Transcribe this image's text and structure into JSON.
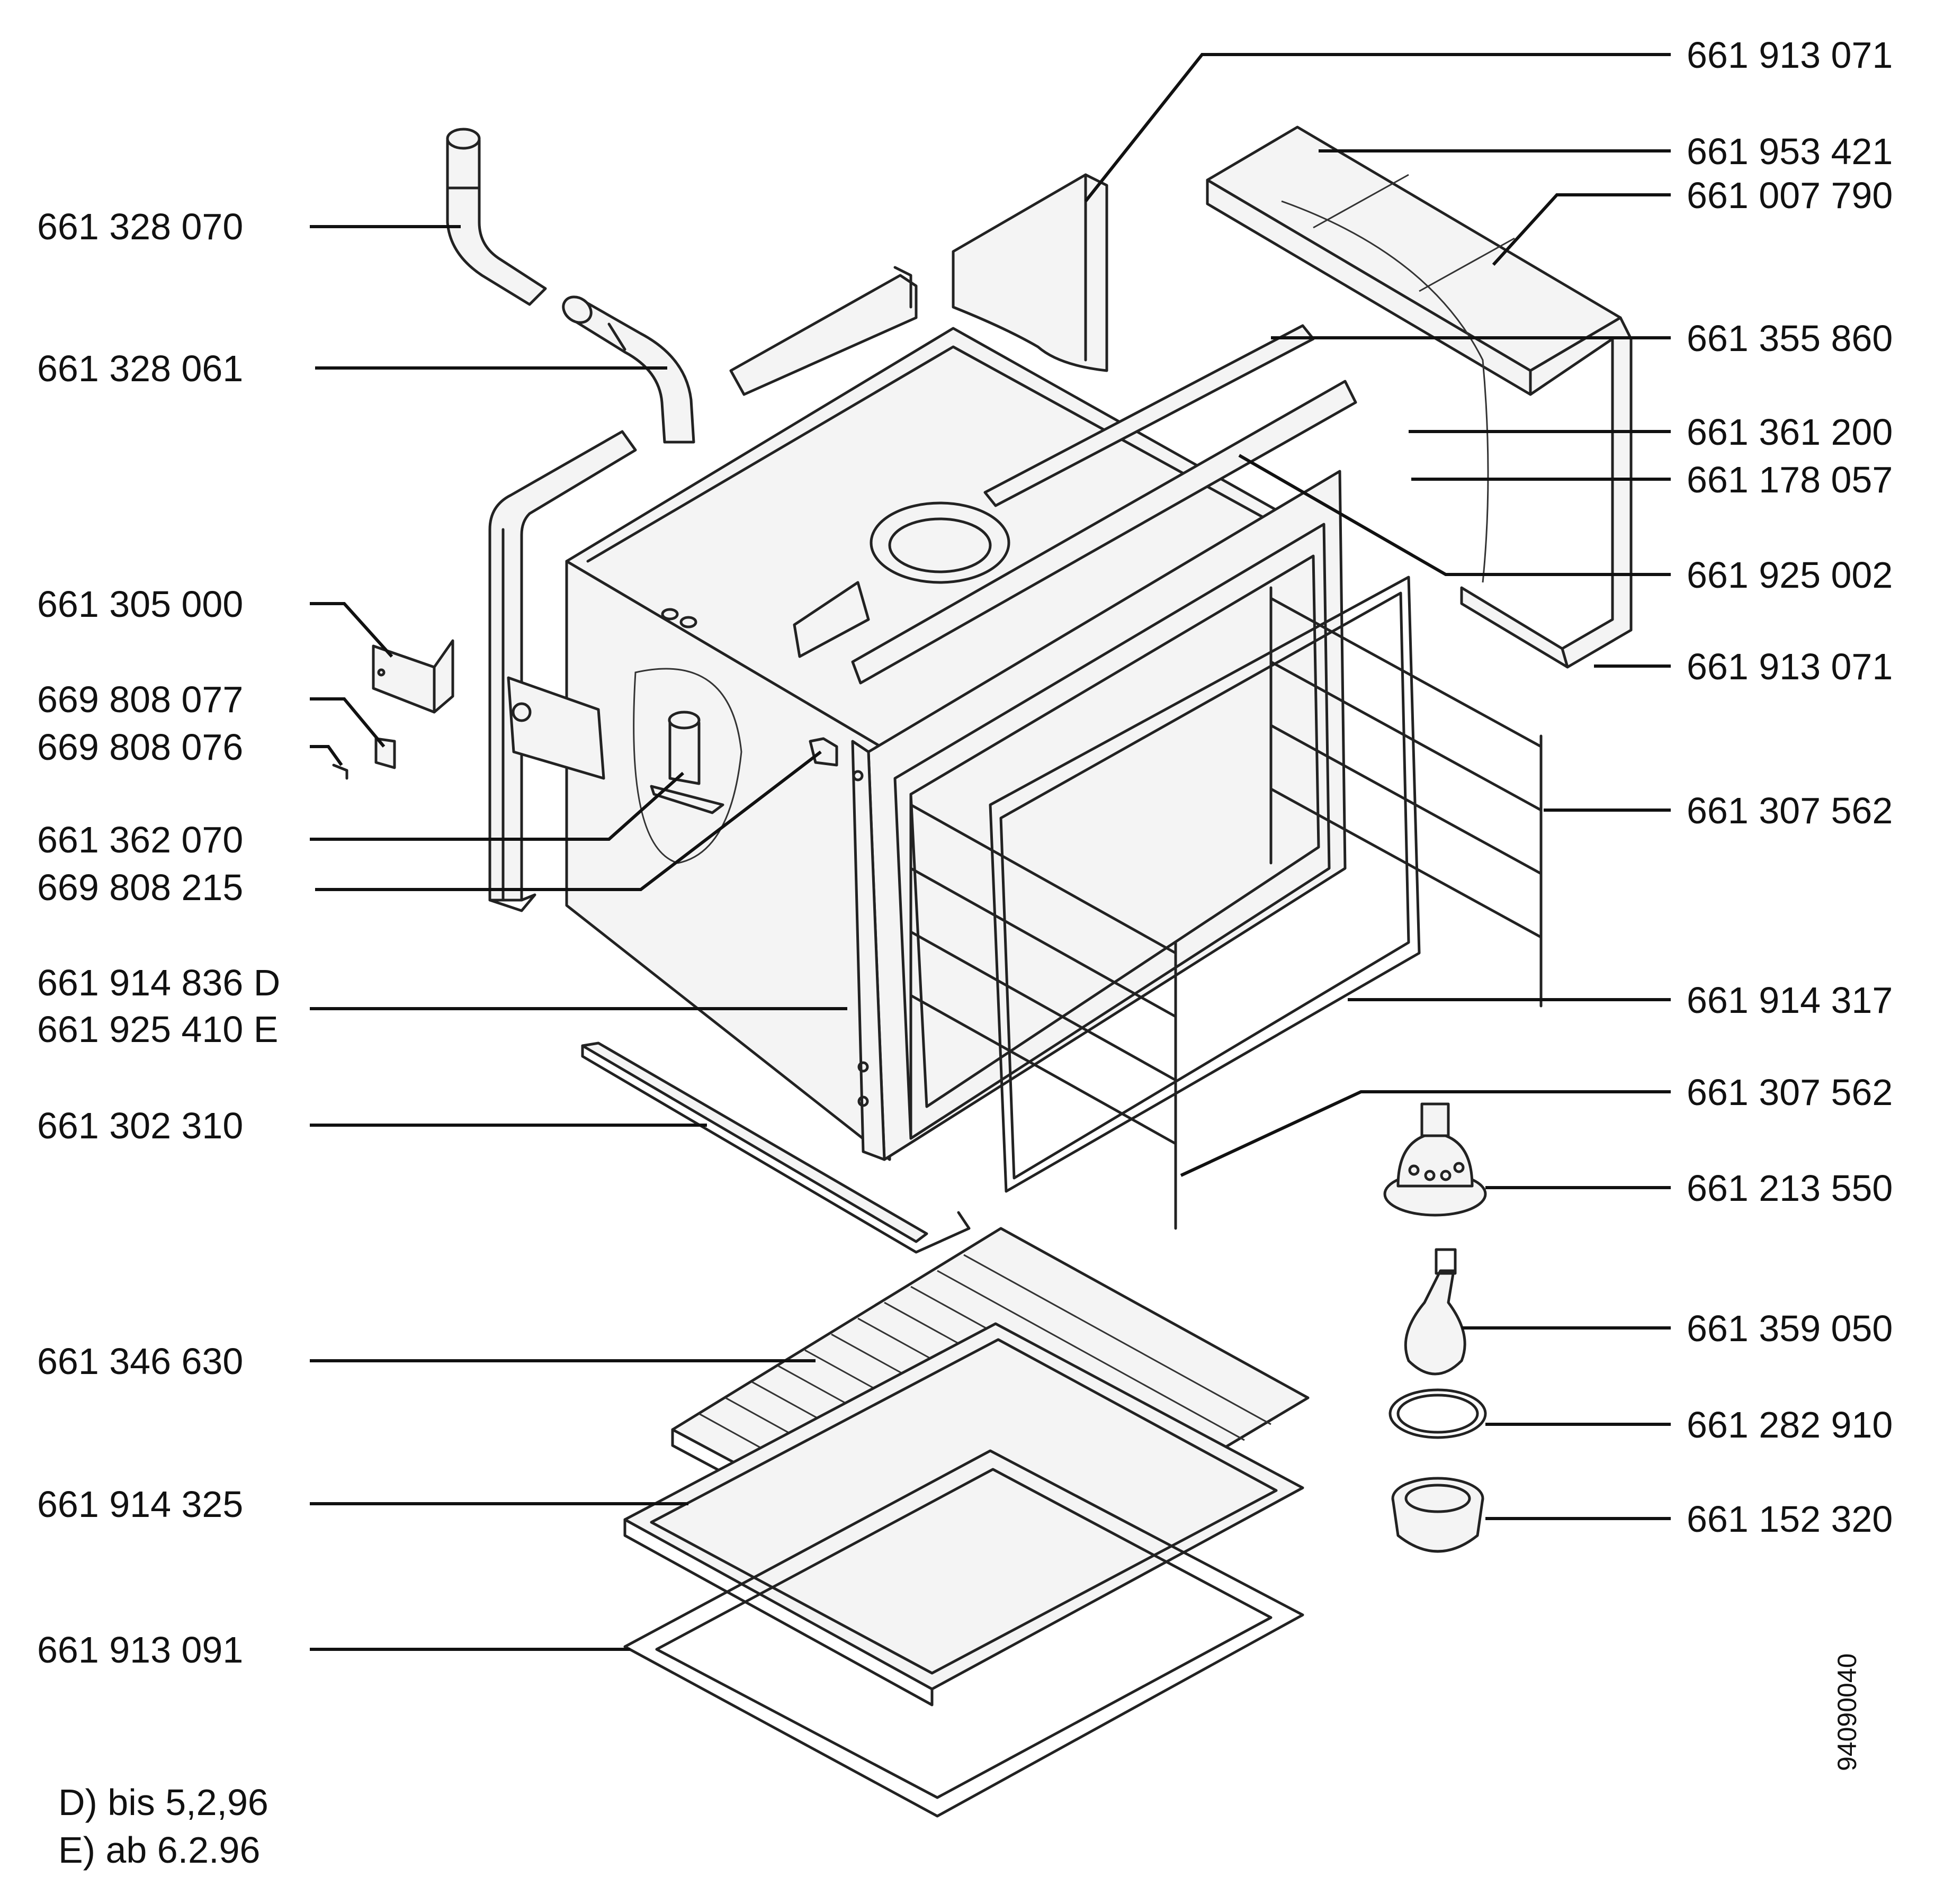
{
  "labels": {
    "left": [
      "661 328 070",
      "661 328 061",
      "661 305 000",
      "669 808 077",
      "669 808 076",
      "661 362 070",
      "669 808 215",
      "661 914 836 D",
      "661 925 410 E",
      "661 302 310",
      "661 346 630",
      "661 914 325",
      "661 913 091"
    ],
    "right": [
      "661 913 071",
      "661 953 421",
      "661 007 790",
      "661 355 860",
      "661 361 200",
      "661 178 057",
      "661 925 002",
      "661 913 071",
      "661 307 562",
      "661 914 317",
      "661 307 562",
      "661 213 550",
      "661 359 050",
      "661 282 910",
      "661 152 320"
    ]
  },
  "notes": {
    "d": "D) bis 5,2,96",
    "e": "E)  ab 6.2.96"
  },
  "drawing_number": "94090040"
}
